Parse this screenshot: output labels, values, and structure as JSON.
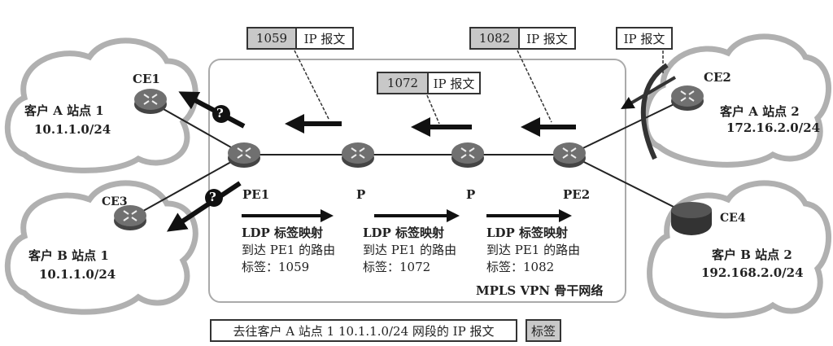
{
  "sites": {
    "ce1": {
      "name": "CE1",
      "customer": "客户 A 站点 1",
      "subnet": "10.1.1.0/24"
    },
    "ce2": {
      "name": "CE2",
      "customer": "客户 A 站点 2",
      "subnet": "172.16.2.0/24"
    },
    "ce3": {
      "name": "CE3",
      "customer": "客户 B 站点 1",
      "subnet": "10.1.1.0/24"
    },
    "ce4": {
      "name": "CE4",
      "customer": "客户 B 站点 2",
      "subnet": "192.168.2.0/24"
    }
  },
  "routers": {
    "pe1": "PE1",
    "p1": "P",
    "p2": "P",
    "pe2": "PE2"
  },
  "packets": [
    {
      "label": "1059",
      "payload": "IP 报文"
    },
    {
      "label": "1072",
      "payload": "IP 报文"
    },
    {
      "label": "1082",
      "payload": "IP 报文"
    },
    {
      "payload": "IP 报文"
    }
  ],
  "ldp": [
    {
      "title": "LDP 标签映射",
      "route": "到达 PE1 的路由",
      "label": "标签：1059"
    },
    {
      "title": "LDP 标签映射",
      "route": "到达 PE1 的路由",
      "label": "标签：1072"
    },
    {
      "title": "LDP 标签映射",
      "route": "到达 PE1 的路由",
      "label": "标签：1082"
    }
  ],
  "backbone_label": "MPLS VPN 骨干网络",
  "question_mark": "?",
  "legend": {
    "packet": "去往客户 A 站点 1 10.1.1.0/24 网段的 IP 报文",
    "tag": "标签"
  },
  "colors": {
    "cloud": "#b0b0b0",
    "router": "#6a6a6a",
    "tag": "#c8c8c8"
  }
}
